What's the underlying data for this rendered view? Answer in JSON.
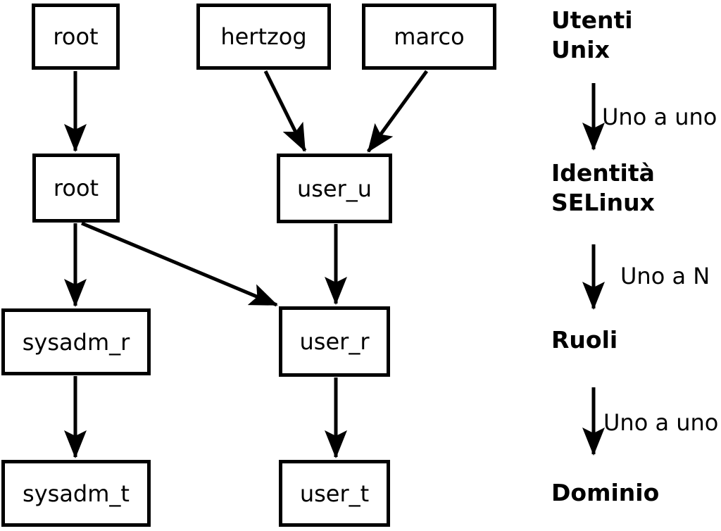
{
  "diagram": {
    "nodes": {
      "unix_root": "root",
      "hertzog": "hertzog",
      "marco": "marco",
      "selinux_root": "root",
      "user_u": "user_u",
      "sysadm_r": "sysadm_r",
      "user_r": "user_r",
      "sysadm_t": "sysadm_t",
      "user_t": "user_t"
    },
    "edges": [
      {
        "from": "unix_root",
        "to": "selinux_root"
      },
      {
        "from": "hertzog",
        "to": "user_u"
      },
      {
        "from": "marco",
        "to": "user_u"
      },
      {
        "from": "selinux_root",
        "to": "sysadm_r"
      },
      {
        "from": "selinux_root",
        "to": "user_r"
      },
      {
        "from": "user_u",
        "to": "user_r"
      },
      {
        "from": "sysadm_r",
        "to": "sysadm_t"
      },
      {
        "from": "user_r",
        "to": "user_t"
      }
    ]
  },
  "legend": {
    "levels": {
      "unix_users": "Utenti\nUnix",
      "selinux_identity": "Identità\nSELinux",
      "roles": "Ruoli",
      "domain": "Dominio"
    },
    "relations": {
      "users_to_identity": "Uno a uno",
      "identity_to_roles": "Uno a N",
      "roles_to_domain": "Uno a uno"
    }
  },
  "colors": {
    "line": "#000000",
    "background": "#ffffff"
  }
}
